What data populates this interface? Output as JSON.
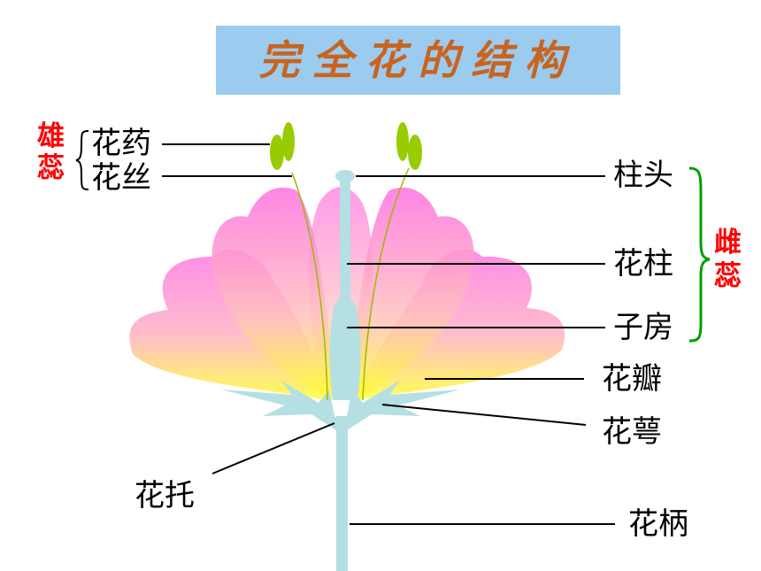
{
  "title": "完全花的结构",
  "labels": {
    "stamen": "雄蕊",
    "anther": "花药",
    "filament": "花丝",
    "stigma": "柱头",
    "style": "花柱",
    "ovary": "子房",
    "pistil": "雌蕊",
    "petal": "花瓣",
    "sepal": "花萼",
    "receptacle": "花托",
    "pedicel": "花柄"
  },
  "colors": {
    "title_bg": "#9ccbf0",
    "title_text": "#c8641e",
    "petal_top": "#ff7fe6",
    "petal_bottom": "#ffff40",
    "stem": "#b4dfe3",
    "anther": "#99cc00",
    "pistil_bracket": "#00a000",
    "highlight": "#ff0000"
  }
}
